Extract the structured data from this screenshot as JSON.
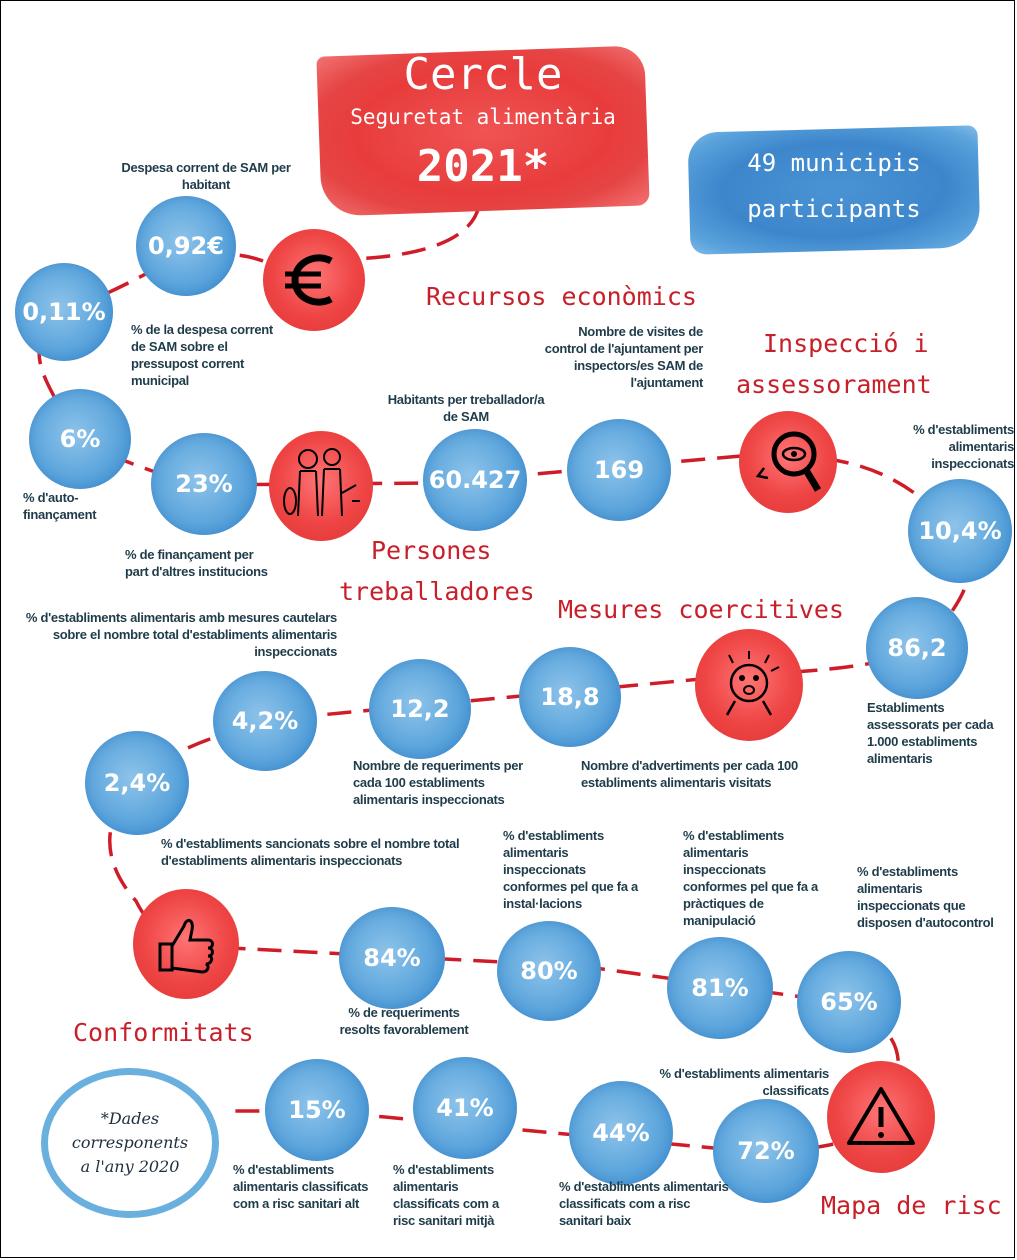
{
  "title": {
    "line1": "Cercle",
    "line2": "Seguretat alimentària",
    "line3": "2021*"
  },
  "municipis": {
    "line1": "49 municipis",
    "line2": "participants"
  },
  "categories": {
    "recursos": "Recursos econòmics",
    "inspeccio_1": "Inspecció i",
    "inspeccio_2": "assessorament",
    "persones_1": "Persones",
    "persones_2": "treballadores",
    "mesures": "Mesures coercitives",
    "conformitats": "Conformitats",
    "mapa": "Mapa de risc"
  },
  "metrics": {
    "despesa_hab": {
      "value": "0,92€",
      "label": "Despesa corrent de SAM per habitant"
    },
    "despesa_pct": {
      "value": "0,11%",
      "label": "% de la despesa corrent de SAM sobre el pressupost corrent municipal"
    },
    "autofin": {
      "value": "6%",
      "label": "% d'auto-finançament"
    },
    "altres": {
      "value": "23%",
      "label": "% de finançament per part d'altres institucions"
    },
    "habitants": {
      "value": "60.427",
      "label": "Habitants per treballador/a de SAM"
    },
    "visites": {
      "value": "169",
      "label": "Nombre de visites de control de l'ajuntament per inspectors/es SAM de l'ajuntament"
    },
    "inspeccionats": {
      "value": "10,4%",
      "label": "% d'establiments alimentaris inspeccionats"
    },
    "assessorats": {
      "value": "86,2",
      "label": "Establiments assessorats per cada 1.000 establiments alimentaris"
    },
    "advertiments": {
      "value": "18,8",
      "label": "Nombre d'advertiments per cada 100 establiments alimentaris visitats"
    },
    "requeriments": {
      "value": "12,2",
      "label": "Nombre de requeriments per cada 100 establiments alimentaris inspeccionats"
    },
    "cautelars": {
      "value": "4,2%",
      "label": "% d'establiments alimentaris amb mesures cautelars sobre el nombre total d'establiments alimentaris inspeccionats"
    },
    "sancionats": {
      "value": "2,4%",
      "label": "% d'establiments sancionats sobre el nombre total d'establiments alimentaris inspeccionats"
    },
    "req_resolts": {
      "value": "84%",
      "label": "% de requeriments resolts favorablement"
    },
    "conf_instal": {
      "value": "80%",
      "label": "% d'establiments alimentaris inspeccionats conformes pel que fa a instal·lacions"
    },
    "conf_manip": {
      "value": "81%",
      "label": "% d'establiments alimentaris inspeccionats conformes pel que fa a pràctiques de manipulació"
    },
    "autocontrol": {
      "value": "65%",
      "label": "% d'establiments alimentaris inspeccionats que disposen d'autocontrol"
    },
    "classificats": {
      "value": "72%",
      "label": "% d'establiments alimentaris classificats"
    },
    "risc_baix": {
      "value": "44%",
      "label": "% d'establiments alimentaris classificats com a risc sanitari baix"
    },
    "risc_mitja": {
      "value": "41%",
      "label": "% d'establiments alimentaris classificats com a risc sanitari mitjà"
    },
    "risc_alt": {
      "value": "15%",
      "label": "% d'establiments alimentaris classificats com a risc sanitari alt"
    }
  },
  "note": {
    "line1": "*Dades",
    "line2": "corresponents",
    "line3": "a l'any 2020"
  },
  "colors": {
    "red": "#e63c3c",
    "blue": "#4a98d6",
    "category_text": "#c8202a",
    "label_text": "#1f3c4a",
    "path": "#d01c28"
  },
  "icons": [
    "euro-icon",
    "people-fish-icon",
    "magnifier-eye-icon",
    "stressed-face-icon",
    "thumbs-up-icon",
    "warning-icon"
  ]
}
